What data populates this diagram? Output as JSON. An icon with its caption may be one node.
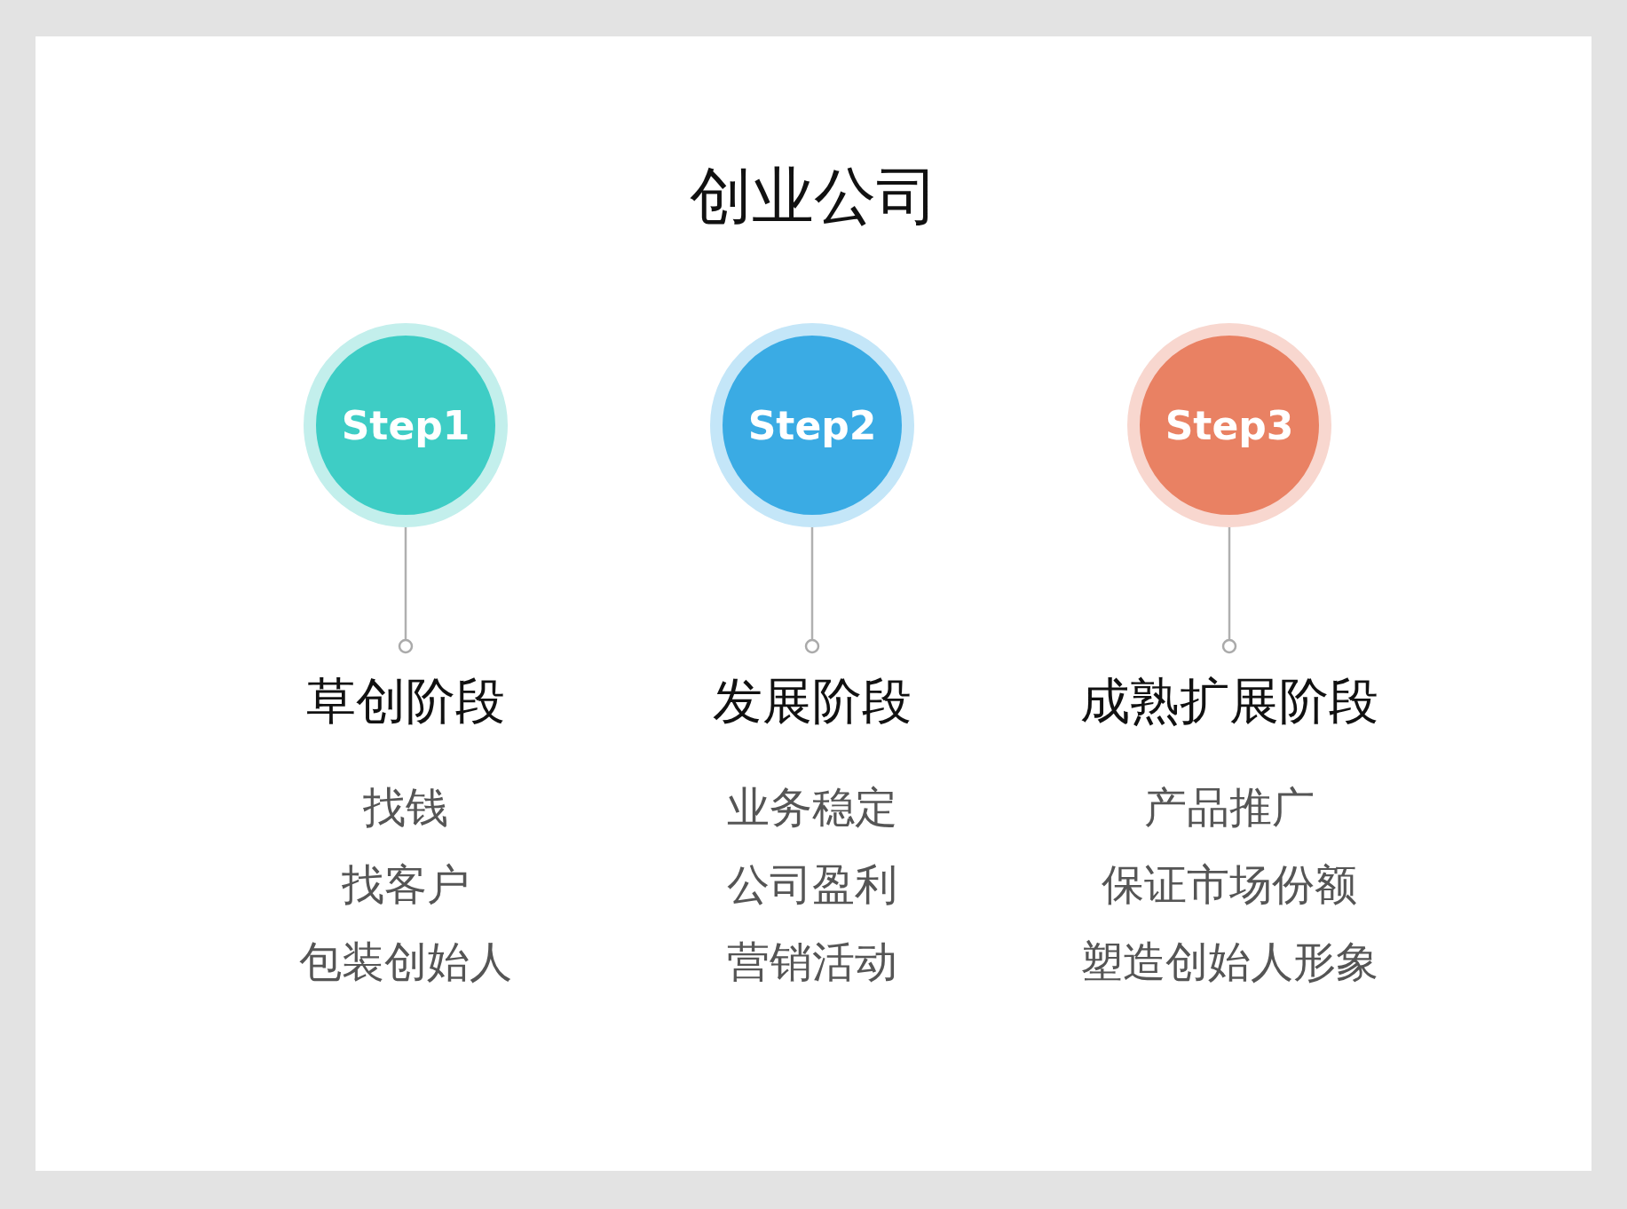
{
  "diagram": {
    "title": "创业公司",
    "nodes": [
      {
        "text": [
          "Step1"
        ]
      },
      {
        "text": [
          "草创阶段",
          "找钱",
          "找客户",
          "包装创始人"
        ]
      },
      {
        "text": [
          "Step2"
        ]
      },
      {
        "text": [
          "发展阶段",
          "业务稳定",
          "公司盈利",
          "营销活动"
        ]
      },
      {
        "text": [
          "Step3"
        ]
      },
      {
        "text": [
          "成熟扩展阶段",
          "产品推广",
          "保证市场份额",
          "塑造创始人形象"
        ]
      }
    ],
    "edges": [
      {
        "from": 0,
        "to": 1,
        "arrow": "other"
      },
      {
        "from": 2,
        "to": 3,
        "arrow": "other"
      },
      {
        "from": 4,
        "to": 5,
        "arrow": "other"
      }
    ]
  }
}
